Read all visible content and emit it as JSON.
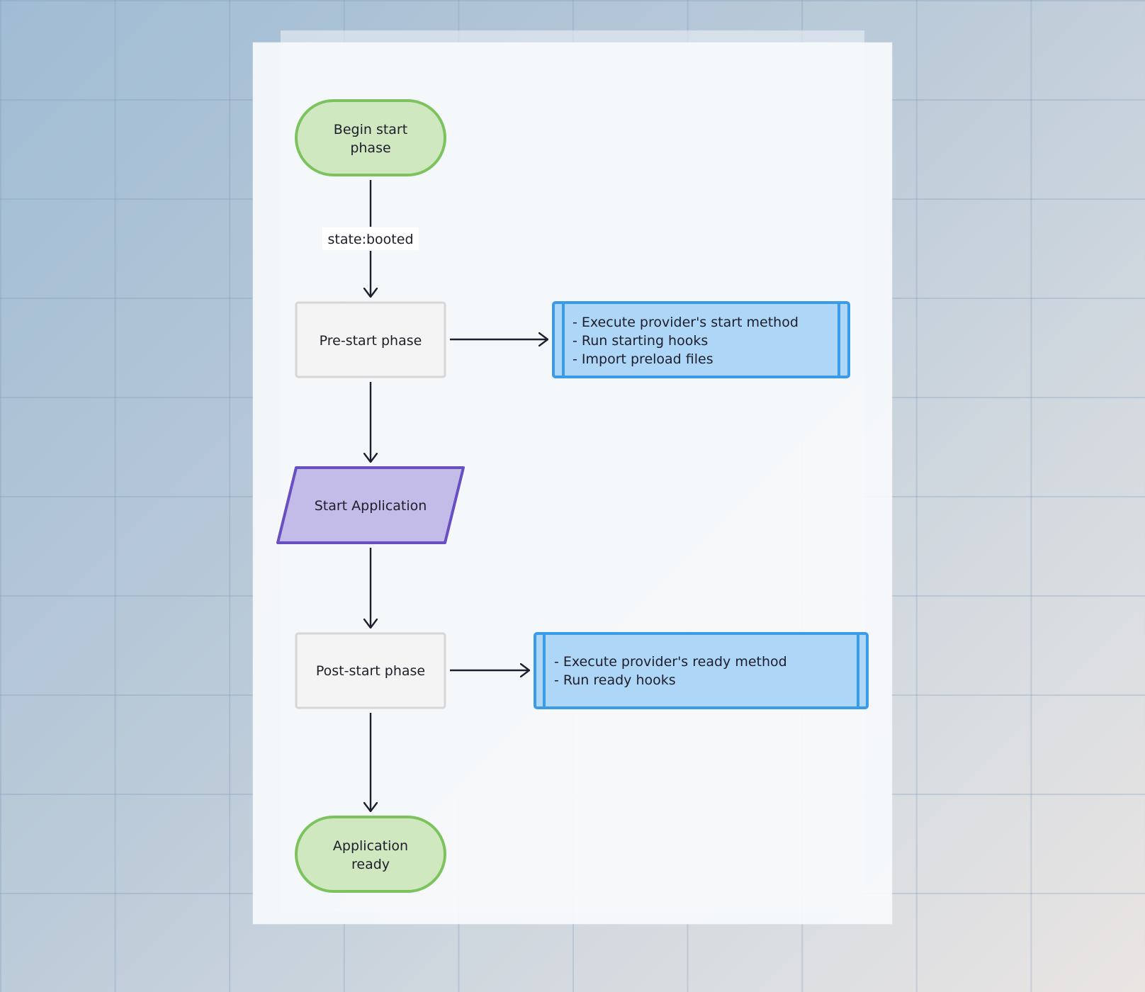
{
  "diagram": {
    "start_node": {
      "lines": [
        "Begin start",
        "phase"
      ]
    },
    "edge_label": "state:booted",
    "pre_start": {
      "label": "Pre-start phase"
    },
    "pre_start_details": {
      "lines": [
        "- Execute provider's start method",
        "- Run starting hooks",
        "- Import preload files"
      ]
    },
    "start_app": {
      "label": "Start Application"
    },
    "post_start": {
      "label": "Post-start phase"
    },
    "post_start_details": {
      "lines": [
        "- Execute provider's ready method",
        "- Run ready hooks"
      ]
    },
    "end_node": {
      "lines": [
        "Application",
        "ready"
      ]
    }
  },
  "colors": {
    "terminal_fill": "#cfe8c0",
    "terminal_stroke": "#7cc35e",
    "process_fill": "#f4f4f4",
    "process_stroke": "#d6d6d6",
    "io_fill": "#c4bce8",
    "io_stroke": "#6a4fc2",
    "subroutine_fill": "#aed6f6",
    "subroutine_stroke": "#3c9be6",
    "edge": "#1e1e2e"
  }
}
